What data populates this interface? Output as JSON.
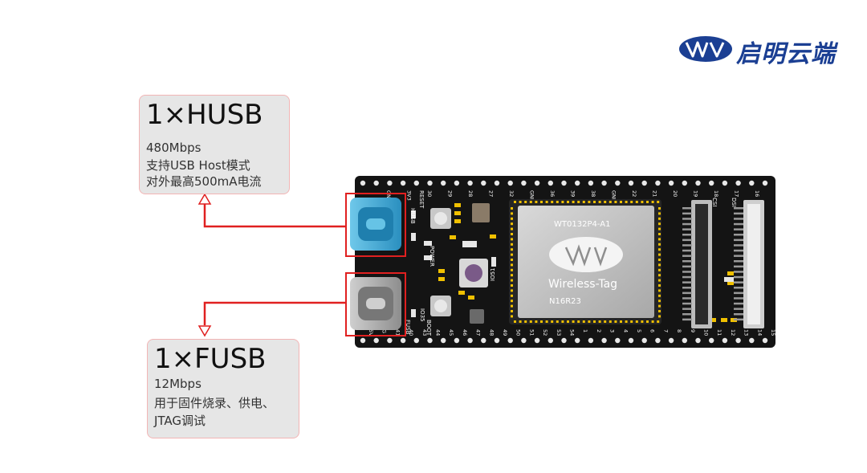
{
  "logo": {
    "mark": "VIV",
    "text": "启明云端",
    "brand_color": "#1b3f93"
  },
  "callouts": [
    {
      "title": "1×HUSB",
      "lines": [
        "480Mbps",
        "支持USB Host模式",
        "对外最高500mA电流"
      ]
    },
    {
      "title": "1×FUSB",
      "lines": [
        "12Mbps",
        "用于固件烧录、供电、",
        "JTAG调试"
      ]
    }
  ],
  "board": {
    "module_label": "WT0132P4-A1",
    "module_logo": "VIV",
    "module_brand": "Wireless-Tag",
    "module_model": "N16R23",
    "top_pin_labels": [
      "GND",
      "3V3",
      "30",
      "29",
      "28",
      "27",
      "32",
      "GND",
      "36",
      "39",
      "38",
      "GND",
      "22",
      "21",
      "20",
      "19",
      "18",
      "17",
      "16"
    ],
    "bottom_pin_labels": [
      "5V",
      "G",
      "41",
      "40",
      "43",
      "44",
      "45",
      "46",
      "47",
      "48",
      "49",
      "50",
      "51",
      "52",
      "53",
      "54",
      "1",
      "2",
      "3",
      "4",
      "5",
      "6",
      "7",
      "8",
      "9",
      "10",
      "11",
      "12",
      "13",
      "14",
      "15"
    ],
    "silk_labels": {
      "husb": "HUSB",
      "fusb": "FUSB",
      "reset": "RESET",
      "power": "POWER",
      "boot": "BOOT",
      "io35": "IO35",
      "io51": "IO51",
      "dsi": "DSI",
      "csi": "CSI",
      "v5": "5V",
      "v3": "3V3",
      "gnd": "GND"
    },
    "highlight_color": "#e02020",
    "usb_c_host_color": "#2fa6d6"
  }
}
